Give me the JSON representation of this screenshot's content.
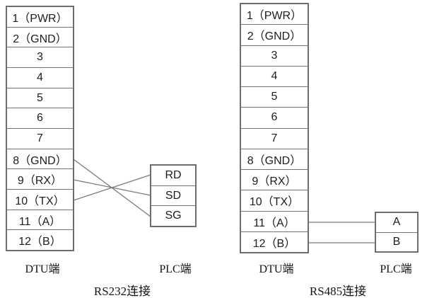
{
  "rs232": {
    "caption": "RS232连接",
    "dtu_label": "DTU端",
    "plc_label": "PLC端",
    "dtu_pins": [
      "1（PWR）",
      "2（GND）",
      "3",
      "4",
      "5",
      "6",
      "7",
      "8（GND）",
      "9（RX）",
      "10（TX）",
      "11（A）",
      "12（B）"
    ],
    "plc_pins": [
      "RD",
      "SD",
      "SG"
    ],
    "connections": [
      {
        "from": "8（GND）",
        "to": "SG"
      },
      {
        "from": "9（RX）",
        "to": "SD"
      },
      {
        "from": "10（TX）",
        "to": "RD"
      }
    ]
  },
  "rs485": {
    "caption": "RS485连接",
    "dtu_label": "DTU端",
    "plc_label": "PLC端",
    "dtu_pins": [
      "1（PWR）",
      "2（GND）",
      "3",
      "4",
      "5",
      "6",
      "7",
      "8（GND）",
      "9（RX）",
      "10（TX）",
      "11（A）",
      "12（B）"
    ],
    "plc_pins": [
      "A",
      "B"
    ],
    "connections": [
      {
        "from": "11（A）",
        "to": "A"
      },
      {
        "from": "12（B）",
        "to": "B"
      }
    ]
  },
  "colors": {
    "background": "#ffffff",
    "connector_border": "#6d6d6d",
    "row_divider": "#757575",
    "wire": "#7a7a7a",
    "text": "#1d1d1d"
  }
}
